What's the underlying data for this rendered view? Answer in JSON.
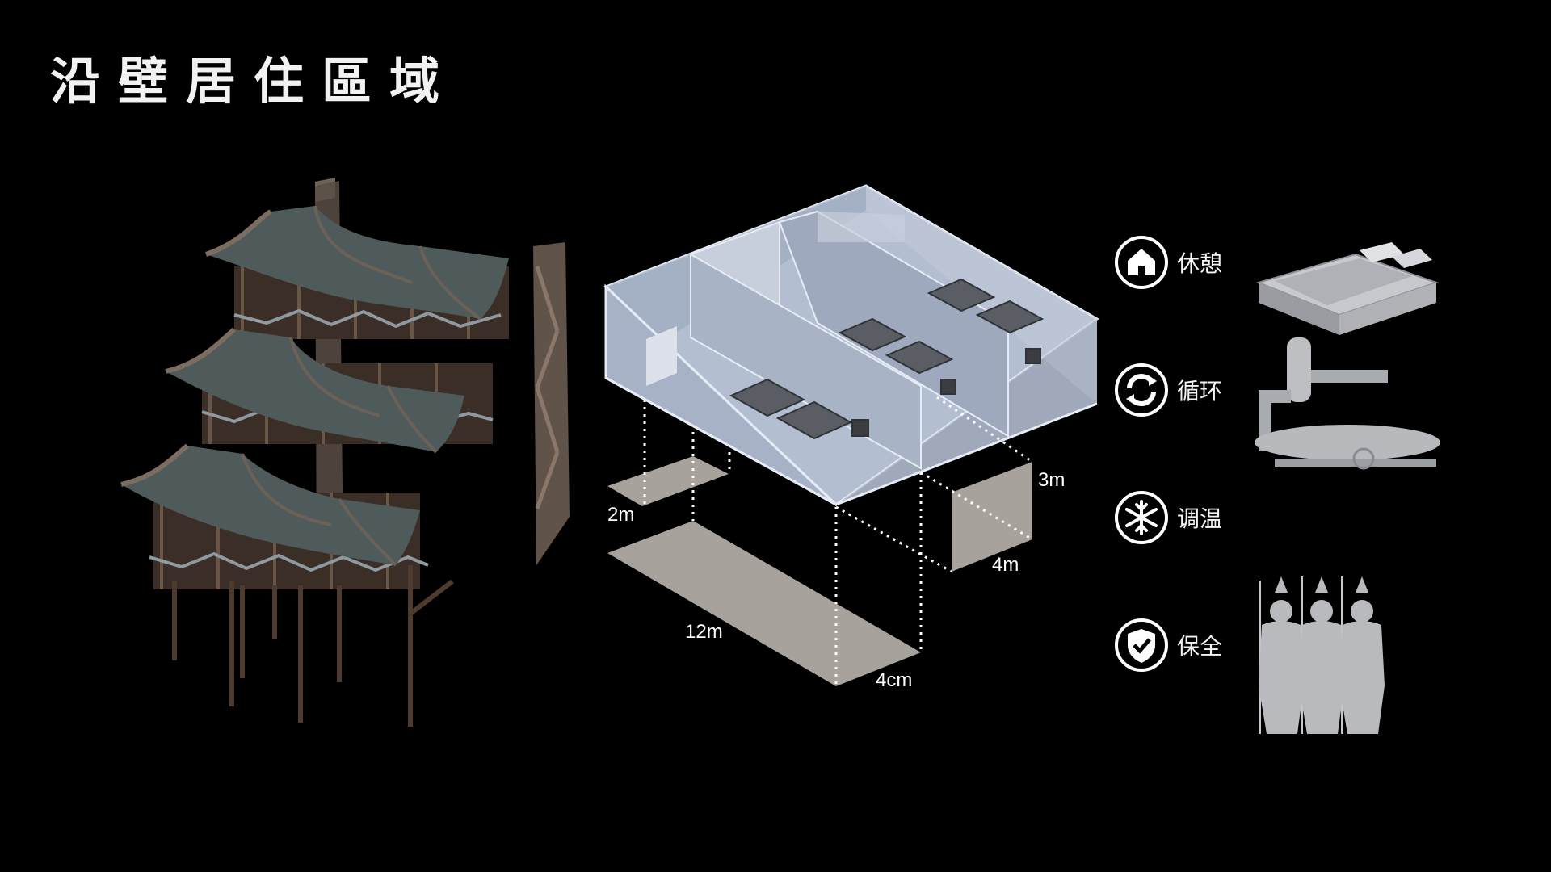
{
  "page": {
    "title": "沿壁居住區域"
  },
  "diagram": {
    "dimensions": {
      "d2m": "2m",
      "d12m": "12m",
      "d4cm": "4cm",
      "d3m": "3m",
      "d4m": "4m"
    }
  },
  "features": [
    {
      "label": "休憩",
      "icon": "house-icon"
    },
    {
      "label": "循环",
      "icon": "recycle-icon"
    },
    {
      "label": "调温",
      "icon": "snowflake-icon"
    },
    {
      "label": "保全",
      "icon": "shield-check-icon"
    }
  ],
  "colors": {
    "background": "#000000",
    "room": "#b4bed1",
    "room_wall": "#cfd6e3",
    "floor_gray": "#a7a39c",
    "roof": "#4f5b5a",
    "wood": "#4e3b2d"
  }
}
